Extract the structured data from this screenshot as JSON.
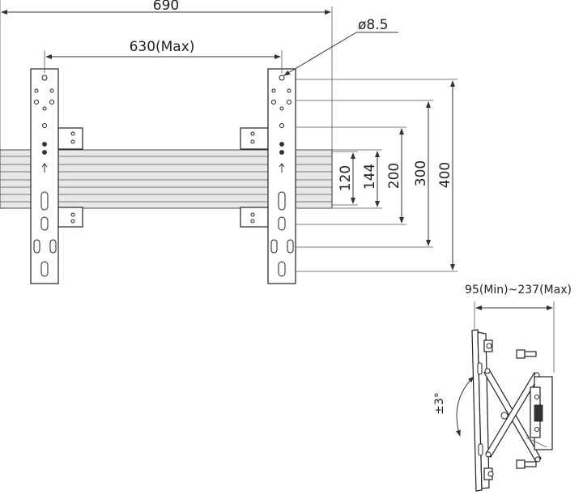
{
  "dimensions": {
    "overall_width": "690",
    "max_hole_spacing": "630(Max)",
    "hole_diameter": "ø8.5",
    "vertical_spacings": [
      "120",
      "144",
      "200",
      "300",
      "400"
    ],
    "depth_range": "95(Min)~237(Max)",
    "tilt_angle": "±3°"
  },
  "colors": {
    "line": "#333333",
    "background": "#ffffff"
  }
}
